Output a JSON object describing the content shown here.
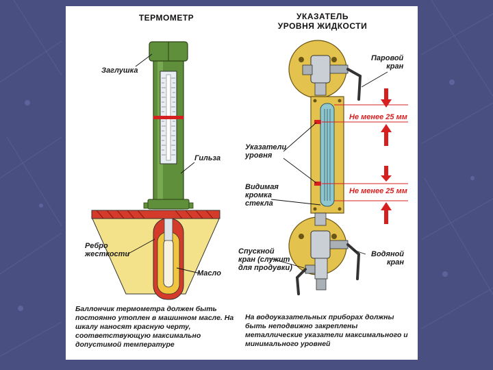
{
  "thermometer": {
    "title": "ТЕРМОМЕТР",
    "labels": {
      "plug": "Заглушка",
      "sleeve": "Гильза",
      "rib": "Ребро\nжесткости",
      "oil": "Масло"
    },
    "caption": "Баллончик термометра должен быть постоянно утоплен в машинном масле. На шкалу наносят красную черту, соответствующую максимально допустимой температуре"
  },
  "level_gauge": {
    "title": "УКАЗАТЕЛЬ\nУРОВНЯ ЖИДКОСТИ",
    "labels": {
      "steam_valve": "Паровой\nкран",
      "level_marks": "Указатели\nуровня",
      "glass_edge": "Видимая\nкромка\nстекла",
      "drain_valve": "Спускной\nкран (служит\nдля продувки)",
      "water_valve": "Водяной\nкран"
    },
    "min_distance_top": "Не менее 25 мм",
    "min_distance_bottom": "Не менее 25 мм",
    "caption": "На водоуказательных приборах должны быть неподвижно закреплены металлические указатели максимального и минимального уровней"
  },
  "colors": {
    "background": "#4a4f82",
    "metal_green": "#5f8f3a",
    "brass": "#d9b84a",
    "red_accent": "#d62020",
    "oil_yellow": "#f0c640"
  },
  "icons": {
    "arrow": "arrow-icon",
    "valve": "valve-icon"
  }
}
